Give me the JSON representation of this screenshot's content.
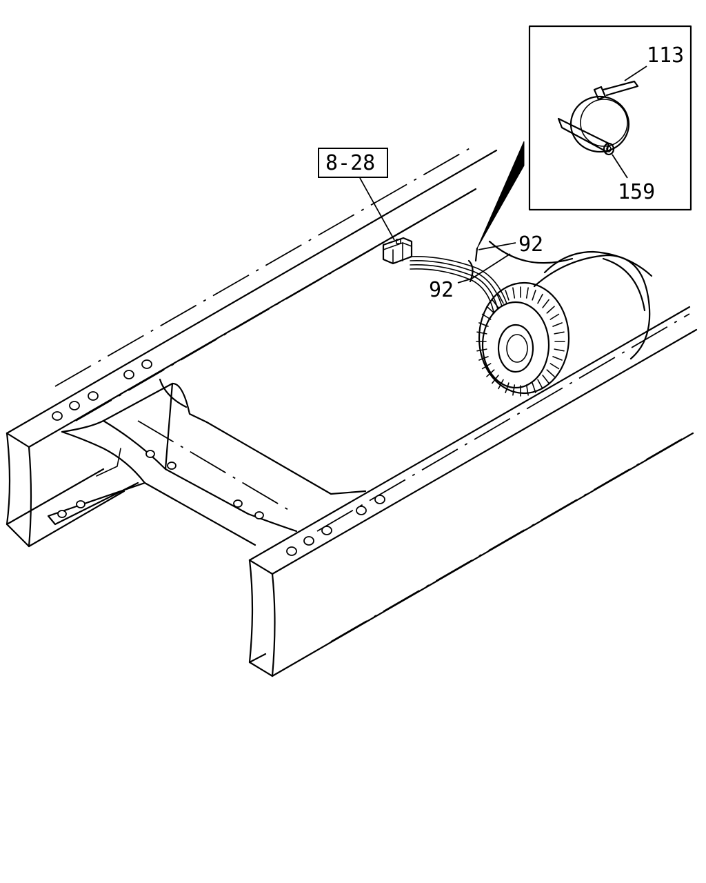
{
  "callouts": {
    "ref_box": "8-28",
    "part_92_upper": "92",
    "part_92_lower": "92",
    "part_113": "113",
    "part_159": "159"
  }
}
